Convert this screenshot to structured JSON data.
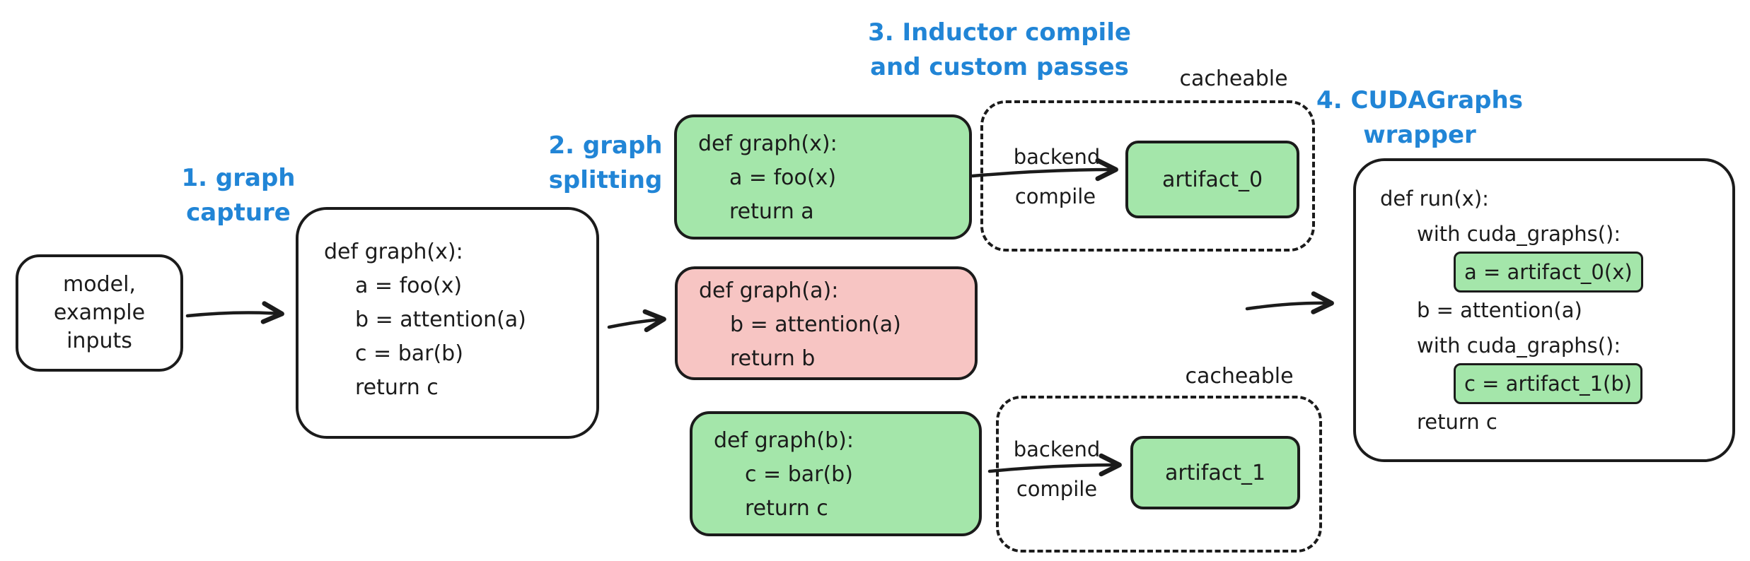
{
  "colors": {
    "green": "#a4e6aa",
    "red": "#f7c5c3",
    "blue": "#2185d6",
    "stroke": "#1b1b1b"
  },
  "headings": {
    "step1": [
      "1. graph",
      "capture"
    ],
    "step2": [
      "2. graph",
      "splitting"
    ],
    "step3": [
      "3. Inductor compile",
      "and custom passes"
    ],
    "step4": [
      "4. CUDAGraphs",
      "wrapper"
    ]
  },
  "model_box": {
    "lines": [
      "model,",
      "example",
      "inputs"
    ]
  },
  "captured_graph_box": {
    "lines": [
      "def graph(x):",
      "a = foo(x)",
      "b = attention(a)",
      "c = bar(b)",
      "return c"
    ]
  },
  "split_boxes": [
    {
      "lines": [
        "def graph(x):",
        "a = foo(x)",
        "return a"
      ]
    },
    {
      "lines": [
        "def graph(a):",
        "b = attention(a)",
        "return b"
      ]
    },
    {
      "lines": [
        "def graph(b):",
        "c = bar(b)",
        "return c"
      ]
    }
  ],
  "compile_top": {
    "cacheable_label": "cacheable",
    "arrow_label_line1": "backend",
    "arrow_label_line2": "compile",
    "artifact_label": "artifact_0"
  },
  "compile_bottom": {
    "cacheable_label": "cacheable",
    "arrow_label_line1": "backend",
    "arrow_label_line2": "compile",
    "artifact_label": "artifact_1"
  },
  "run_box": {
    "line1": "def run(x):",
    "line2": "with cuda_graphs():",
    "line3": "a = artifact_0(x)",
    "line4": "b = attention(a)",
    "line5": "with cuda_graphs():",
    "line6": "c = artifact_1(b)",
    "line7": "return c"
  }
}
